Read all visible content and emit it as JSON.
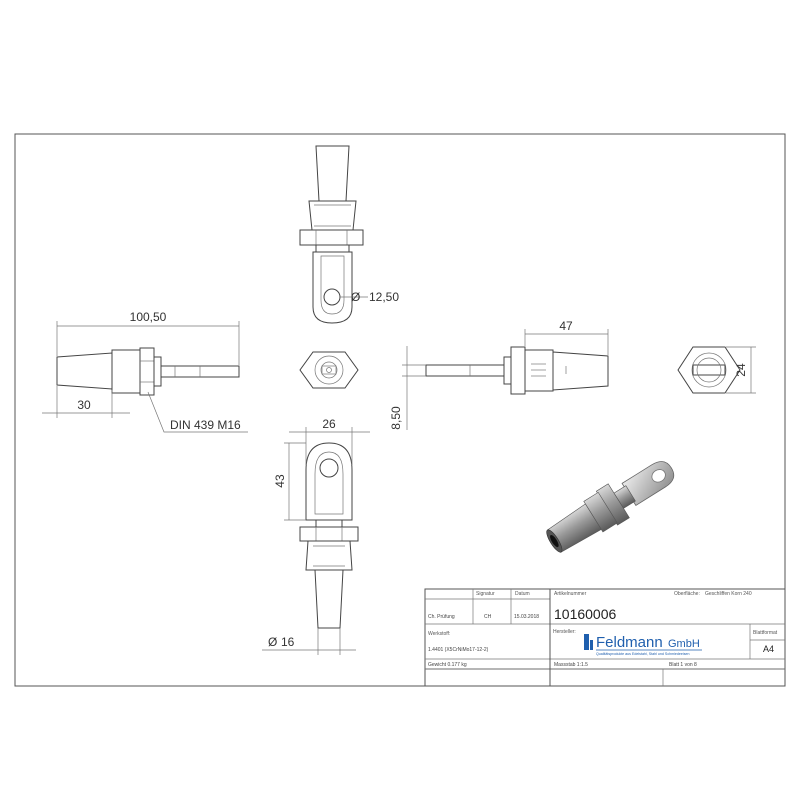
{
  "dimensions": {
    "eye_diameter": "12,50",
    "total_length": "100,50",
    "body_length": "30",
    "thread_spec": "DIN 439 M16",
    "right_length": "47",
    "right_width": "8,50",
    "hex_across": "24",
    "eye_width": "26",
    "eye_height": "43",
    "shaft_diameter": "16",
    "diameter_symbol": "Ø"
  },
  "title_block": {
    "headers": {
      "check": "",
      "signature": "Signatur",
      "date": "Datum",
      "article_number": "Artikelnummer",
      "surface": "Oberfläche:",
      "surface_value": "Geschliffen Korn 240"
    },
    "row_check": {
      "label": "Ch. Prüfung",
      "signature": "CH",
      "date": "15.03.2018"
    },
    "article_number_value": "10160006",
    "material_label": "Werkstoff:",
    "material_value": "1.4401 (X5CrNiMo17-12-2)",
    "manufacturer_label": "Hersteller:",
    "logo_main": "Feldmann",
    "logo_suffix": "GmbH",
    "logo_tagline": "Qualitätsprodukte aus Edelstahl, Stahl und Schmiedeeisen",
    "sheet_format_label": "Blattformat",
    "sheet_format_value": "A4",
    "weight": "Gewicht 0.177 kg",
    "scale": "Massstab 1:1.5",
    "sheet": "Blatt 1 von 8"
  }
}
